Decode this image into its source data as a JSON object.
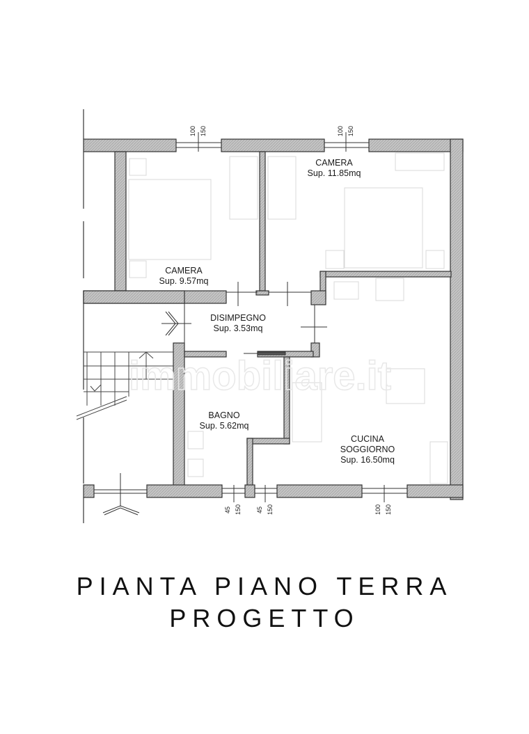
{
  "plan": {
    "rooms": [
      {
        "id": "camera-1",
        "name": "CAMERA",
        "area": "Sup. 9.57mq"
      },
      {
        "id": "camera-2",
        "name": "CAMERA",
        "area": "Sup. 11.85mq"
      },
      {
        "id": "disimpegno",
        "name": "DISIMPEGNO",
        "area": "Sup. 3.53mq"
      },
      {
        "id": "bagno",
        "name": "BAGNO",
        "area": "Sup. 5.62mq"
      },
      {
        "id": "cucina-soggiorno",
        "name": "CUCINA",
        "name2": "SOGGIORNO",
        "area": "Sup. 16.50mq"
      }
    ],
    "windows": [
      {
        "id": "window-camera-1",
        "sill": "100",
        "height": "150"
      },
      {
        "id": "window-camera-2",
        "sill": "100",
        "height": "150"
      },
      {
        "id": "window-bagno-1",
        "sill": "45",
        "height": "150"
      },
      {
        "id": "window-bagno-2",
        "sill": "45",
        "height": "150"
      },
      {
        "id": "window-cucina",
        "sill": "100",
        "height": "150"
      }
    ],
    "watermark": "immobiliare.it"
  },
  "title": {
    "line1": "PIANTA PIANO TERRA",
    "line2": "PROGETTO"
  },
  "colors": {
    "wall_fill": "#bdbdbd",
    "wall_stroke": "#333333",
    "furniture": "#dcdcdc",
    "text": "#1a1a1a"
  }
}
